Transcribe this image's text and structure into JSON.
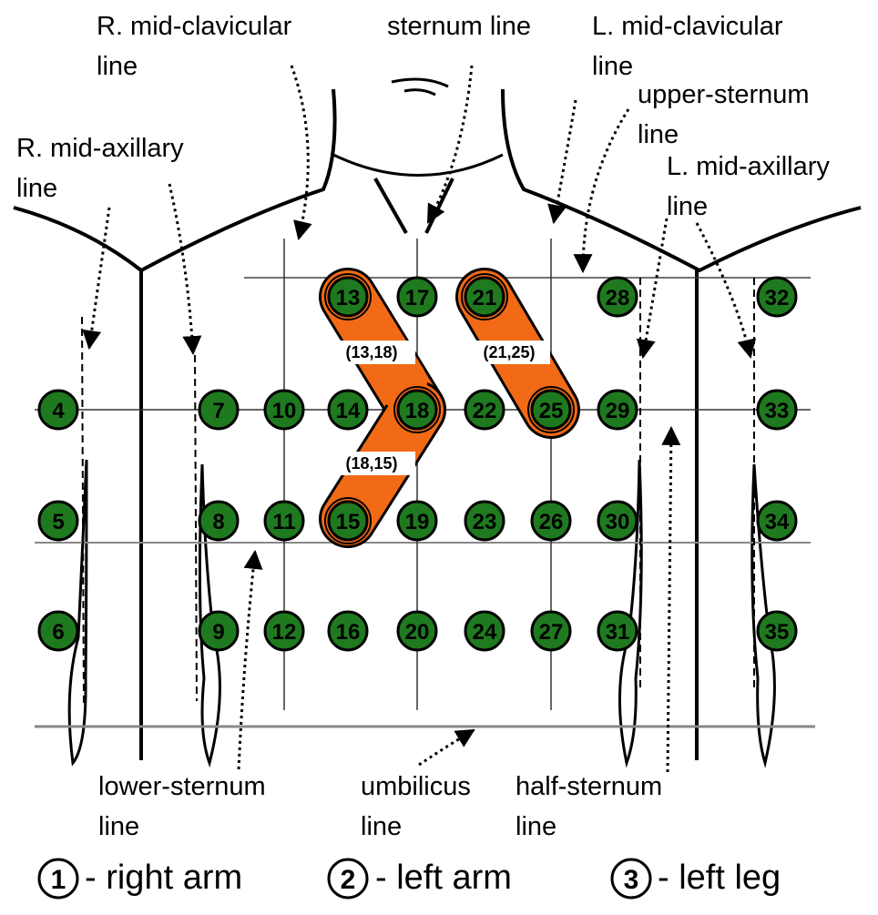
{
  "labels": {
    "r_mid_clavicular_1": "R. mid-clavicular",
    "r_mid_clavicular_2": "line",
    "sternum": "sternum line",
    "l_mid_clavicular_1": "L. mid-clavicular",
    "l_mid_clavicular_2": "line",
    "upper_sternum_1": "upper-sternum",
    "upper_sternum_2": "line",
    "r_mid_axillary_1": "R. mid-axillary",
    "r_mid_axillary_2": "line",
    "l_mid_axillary_1": "L. mid-axillary",
    "l_mid_axillary_2": "line",
    "lower_sternum_1": "lower-sternum",
    "lower_sternum_2": "line",
    "umbilicus_1": "umbilicus",
    "umbilicus_2": "line",
    "half_sternum_1": "half-sternum",
    "half_sternum_2": "line"
  },
  "electrodes": [
    "4",
    "5",
    "6",
    "7",
    "8",
    "9",
    "10",
    "11",
    "12",
    "13",
    "14",
    "15",
    "16",
    "17",
    "18",
    "19",
    "20",
    "21",
    "22",
    "23",
    "24",
    "25",
    "26",
    "27",
    "28",
    "29",
    "30",
    "31",
    "32",
    "33",
    "34",
    "35"
  ],
  "pairs": [
    "(13,18)",
    "(21,25)",
    "(18,15)"
  ],
  "legend": [
    {
      "num": "1",
      "text": "- right arm"
    },
    {
      "num": "2",
      "text": "- left arm"
    },
    {
      "num": "3",
      "text": "- left leg"
    }
  ],
  "colors": {
    "electrode_fill": "#1f7a1f",
    "pair_fill": "#f26a16",
    "line": "#000000",
    "grid_gray": "#888888"
  }
}
